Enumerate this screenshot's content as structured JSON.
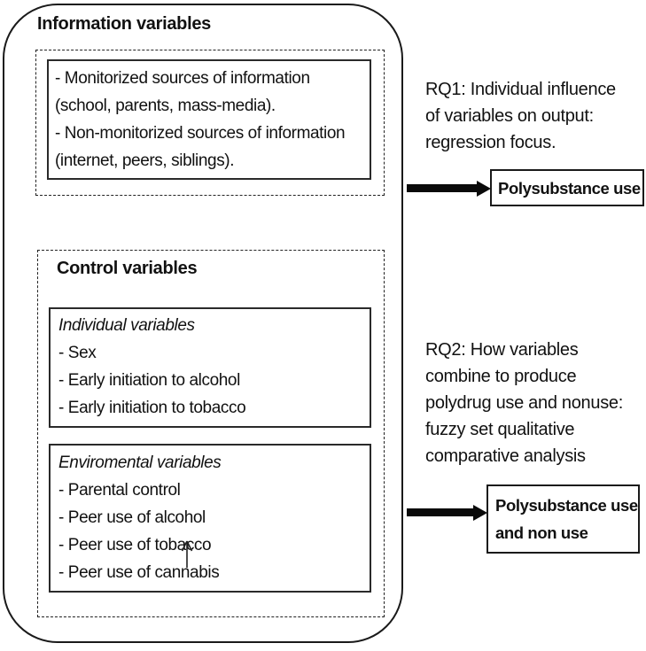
{
  "figure": {
    "type": "research-framework-diagram",
    "colors": {
      "ink": "#111111",
      "background": "#ffffff"
    },
    "left_panel": {
      "title": "Information variables",
      "information_box": {
        "lines": [
          "- Monitorized sources of information",
          "(school, parents, mass-media).",
          "- Non-monitorized sources of information",
          "(internet, peers, siblings)."
        ]
      },
      "control_section": {
        "title": "Control variables",
        "individual_box": {
          "heading": "Individual variables",
          "items": [
            "- Sex",
            "- Early initiation to alcohol",
            "- Early initiation to tobacco"
          ]
        },
        "environmental_box": {
          "heading": "Enviromental variables",
          "items": [
            "- Parental control",
            "- Peer use of alcohol",
            "- Peer use of tobacco",
            "- Peer use of cannabis"
          ]
        }
      }
    },
    "right_panel": {
      "rq1": {
        "lines": [
          "RQ1: Individual influence",
          "of variables on output:",
          "regression focus."
        ],
        "output_box": {
          "lines": [
            "Polysubstance use"
          ]
        }
      },
      "rq2": {
        "lines": [
          "RQ2: How variables",
          "combine to produce",
          "polydrug use and nonuse:",
          "fuzzy set qualitative",
          "comparative analysis"
        ],
        "output_box": {
          "lines": [
            "Polysubstance use",
            "and non use"
          ]
        }
      }
    }
  }
}
